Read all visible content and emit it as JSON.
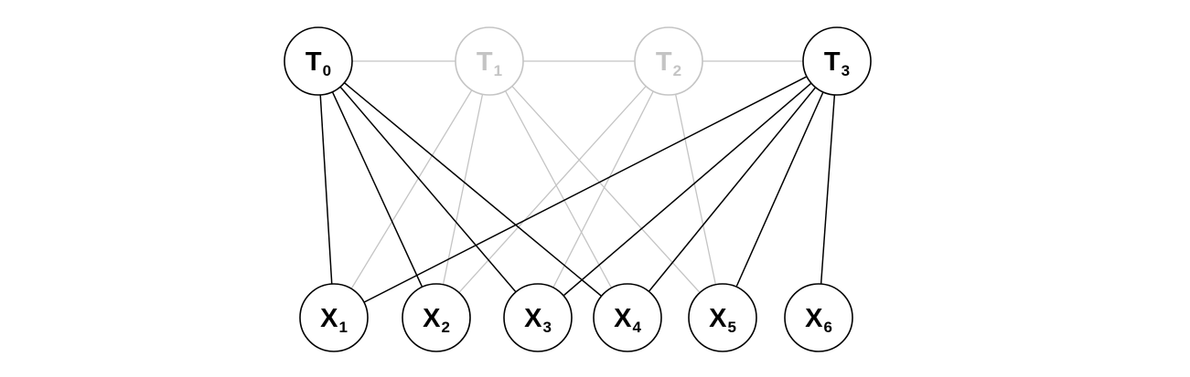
{
  "colors": {
    "active": "#000000",
    "inactive": "#c4c4c4",
    "chain": "#c4c4c4",
    "background": "#ffffff"
  },
  "nodes": {
    "top": [
      {
        "id": "T0",
        "base": "T",
        "sub": "0",
        "active": true
      },
      {
        "id": "T1",
        "base": "T",
        "sub": "1",
        "active": false
      },
      {
        "id": "T2",
        "base": "T",
        "sub": "2",
        "active": false
      },
      {
        "id": "T3",
        "base": "T",
        "sub": "3",
        "active": true
      }
    ],
    "bottom": [
      {
        "id": "X1",
        "base": "X",
        "sub": "1"
      },
      {
        "id": "X2",
        "base": "X",
        "sub": "2"
      },
      {
        "id": "X3",
        "base": "X",
        "sub": "3"
      },
      {
        "id": "X4",
        "base": "X",
        "sub": "4"
      },
      {
        "id": "X5",
        "base": "X",
        "sub": "5"
      },
      {
        "id": "X6",
        "base": "X",
        "sub": "6"
      }
    ]
  },
  "chain_edges": [
    [
      "T0",
      "T1"
    ],
    [
      "T1",
      "T2"
    ],
    [
      "T2",
      "T3"
    ]
  ],
  "edges": [
    {
      "from": "T0",
      "to": "X1",
      "active": true
    },
    {
      "from": "T0",
      "to": "X2",
      "active": true
    },
    {
      "from": "T0",
      "to": "X3",
      "active": true
    },
    {
      "from": "T0",
      "to": "X4",
      "active": true
    },
    {
      "from": "T1",
      "to": "X1",
      "active": false
    },
    {
      "from": "T1",
      "to": "X2",
      "active": false
    },
    {
      "from": "T1",
      "to": "X4",
      "active": false
    },
    {
      "from": "T1",
      "to": "X5",
      "active": false
    },
    {
      "from": "T2",
      "to": "X2",
      "active": false
    },
    {
      "from": "T2",
      "to": "X3",
      "active": false
    },
    {
      "from": "T2",
      "to": "X5",
      "active": false
    },
    {
      "from": "T3",
      "to": "X1",
      "active": true
    },
    {
      "from": "T3",
      "to": "X3",
      "active": true
    },
    {
      "from": "T3",
      "to": "X4",
      "active": true
    },
    {
      "from": "T3",
      "to": "X5",
      "active": true
    },
    {
      "from": "T3",
      "to": "X6",
      "active": true
    }
  ]
}
